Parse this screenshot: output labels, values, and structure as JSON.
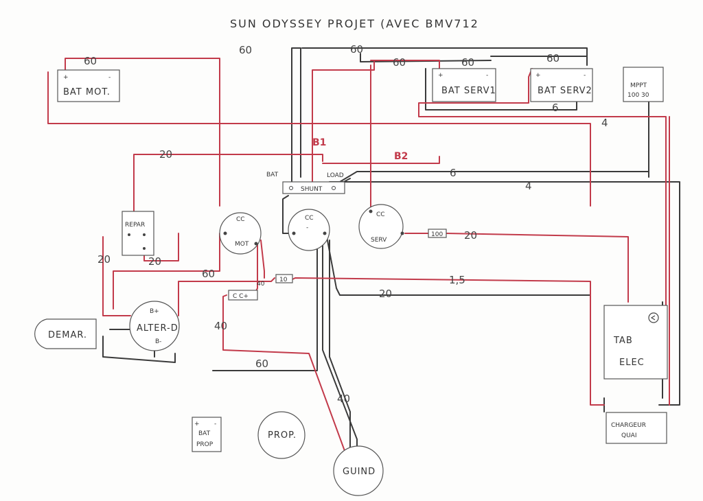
{
  "title": "SUN ODYSSEY PROJET (AVEC BMV712",
  "components": {
    "bat_mot": "BAT MOT.",
    "bat_serv1": "BAT SERV1",
    "bat_serv2": "BAT SERV2",
    "mppt_line1": "MPPT",
    "mppt_line2": "100 30",
    "shunt": "SHUNT",
    "shunt_bat": "BAT",
    "shunt_load": "LOAD",
    "repar": "REPAR",
    "cc_mot_1": "CC",
    "cc_mot_2": "MOT",
    "cc_main_1": "CC",
    "cc_main_2": "-",
    "cc_serv_1": "CC",
    "cc_serv_2": "SERV",
    "cc_plus": "C C+",
    "demar": "DEMAR.",
    "alter": "ALTER-D",
    "alter_bplus": "B+",
    "alter_bminus": "B-",
    "tab_elec_1": "TAB",
    "tab_elec_2": "ELEC",
    "chargeur_1": "CHARGEUR",
    "chargeur_2": "QUAI",
    "bat_prop_1": "BAT",
    "bat_prop_2": "PROP",
    "prop": "PROP.",
    "guind": "GUIND",
    "fuse_100": "100",
    "fuse_10": "10",
    "plus": "+",
    "minus": "-"
  },
  "bus_labels": {
    "b1": "B1",
    "b2": "B2"
  },
  "wire_labels": {
    "w60_batmot": "60",
    "w60_top1": "60",
    "w60_top2": "60",
    "w60_serv1": "60",
    "w60_serv2": "60",
    "w60_serv3": "60",
    "w6_a": "6",
    "w4_a": "4",
    "w20_repar_top": "20",
    "w6_b": "6",
    "w4_b": "4",
    "w20_serv": "20",
    "w20_left": "20",
    "w20_repar_bot": "20",
    "w60_mid": "60",
    "w40_small": "40",
    "w1_5": "1,5",
    "w20_mid": "20",
    "w40_left": "40",
    "w60_bottom": "60",
    "w40_guind": "40"
  }
}
